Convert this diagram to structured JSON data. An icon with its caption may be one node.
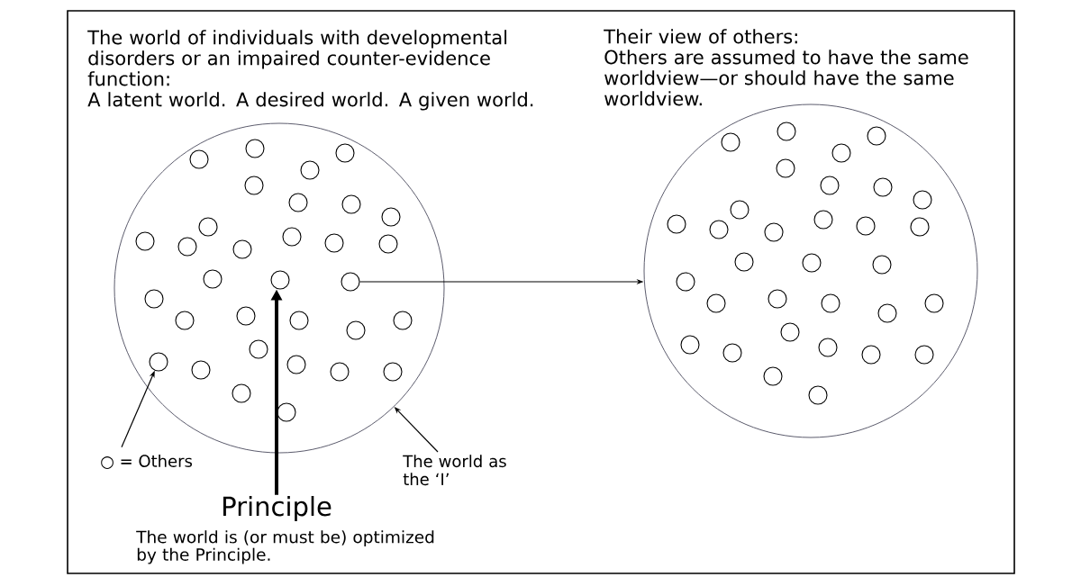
{
  "diagram": {
    "nodes": [
      {
        "text": [],
        "shape": "circle",
        "beside": [
          "The world of individuals with developmental disorders or an impaired counter-evidence function:",
          "A latent world. A desired world. A given world."
        ]
      },
      {
        "text": [],
        "shape": "circle",
        "in": 0
      },
      {
        "text": [],
        "shape": "circle",
        "in": 0
      },
      {
        "text": [],
        "shape": "circle",
        "in": 0
      },
      {
        "text": [],
        "shape": "circle",
        "in": 0
      },
      {
        "text": [],
        "shape": "circle",
        "in": 0
      },
      {
        "text": [],
        "shape": "circle",
        "in": 0
      },
      {
        "text": [],
        "shape": "circle",
        "in": 0
      },
      {
        "text": [],
        "shape": "circle",
        "in": 0
      },
      {
        "text": [],
        "shape": "circle",
        "in": 0
      },
      {
        "text": [],
        "shape": "circle",
        "in": 0
      },
      {
        "text": [],
        "shape": "circle",
        "in": 0
      },
      {
        "text": [],
        "shape": "circle",
        "in": 0
      },
      {
        "text": [],
        "shape": "circle",
        "in": 0
      },
      {
        "text": [],
        "shape": "circle",
        "in": 0
      },
      {
        "text": [],
        "shape": "circle",
        "in": 0
      },
      {
        "text": [],
        "shape": "circle",
        "in": 0
      },
      {
        "text": [],
        "shape": "circle",
        "in": 0
      },
      {
        "text": [],
        "shape": "circle",
        "in": 0
      },
      {
        "text": [],
        "shape": "circle",
        "in": 0
      },
      {
        "text": [],
        "shape": "circle",
        "in": 0
      },
      {
        "text": [],
        "shape": "circle",
        "in": 0
      },
      {
        "text": [],
        "shape": "circle",
        "in": 0
      },
      {
        "text": [],
        "shape": "circle",
        "in": 0
      },
      {
        "text": [],
        "shape": "circle",
        "in": 0
      },
      {
        "text": [],
        "shape": "circle",
        "in": 0
      },
      {
        "text": [],
        "shape": "circle",
        "in": 0
      },
      {
        "text": [],
        "shape": "circle",
        "in": 0
      },
      {
        "text": [],
        "shape": "circle",
        "in": 0
      },
      {
        "text": [],
        "shape": "circle",
        "in": 0
      },
      {
        "text": [],
        "shape": "circle",
        "in": 0
      },
      {
        "text": [],
        "shape": "circle",
        "in": 0
      },
      {
        "text": [],
        "shape": "circle",
        "in": 0
      },
      {
        "text": [],
        "shape": "circle",
        "beside": [
          "Their view of others:",
          "Others are assumed to have the same worldview—or should have the same worldview."
        ]
      },
      {
        "text": [],
        "shape": "circle",
        "in": 33
      },
      {
        "text": [],
        "shape": "circle",
        "in": 33
      },
      {
        "text": [],
        "shape": "circle",
        "in": 33
      },
      {
        "text": [],
        "shape": "circle",
        "in": 33
      },
      {
        "text": [],
        "shape": "circle",
        "in": 33
      },
      {
        "text": [],
        "shape": "circle",
        "in": 33
      },
      {
        "text": [],
        "shape": "circle",
        "in": 33
      },
      {
        "text": [],
        "shape": "circle",
        "in": 33
      },
      {
        "text": [],
        "shape": "circle",
        "in": 33
      },
      {
        "text": [],
        "shape": "circle",
        "in": 33
      },
      {
        "text": [],
        "shape": "circle",
        "in": 33
      },
      {
        "text": [],
        "shape": "circle",
        "in": 33
      },
      {
        "text": [],
        "shape": "circle",
        "in": 33
      },
      {
        "text": [],
        "shape": "circle",
        "in": 33
      },
      {
        "text": [],
        "shape": "circle",
        "in": 33
      },
      {
        "text": [],
        "shape": "circle",
        "in": 33
      },
      {
        "text": [],
        "shape": "circle",
        "in": 33
      },
      {
        "text": [],
        "shape": "circle",
        "in": 33
      },
      {
        "text": [],
        "shape": "circle",
        "in": 33
      },
      {
        "text": [],
        "shape": "circle",
        "in": 33
      },
      {
        "text": [],
        "shape": "circle",
        "in": 33
      },
      {
        "text": [],
        "shape": "circle",
        "in": 33
      },
      {
        "text": [],
        "shape": "circle",
        "in": 33
      },
      {
        "text": [],
        "shape": "circle",
        "in": 33
      },
      {
        "text": [],
        "shape": "circle",
        "in": 33
      },
      {
        "text": [],
        "shape": "circle",
        "in": 33
      },
      {
        "text": [],
        "shape": "circle",
        "in": 33
      },
      {
        "text": [],
        "shape": "circle",
        "in": 33
      },
      {
        "text": [],
        "shape": "circle",
        "in": 33
      },
      {
        "text": [],
        "shape": "circle",
        "in": 33
      },
      {
        "text": [],
        "shape": "circle",
        "in": 33
      },
      {
        "text": [],
        "shape": "circle",
        "in": 33
      },
      {
        "text": [
          "○ = Others"
        ]
      },
      {
        "text": [
          "The world as the ‘I’"
        ]
      },
      {
        "text": [
          "Principle"
        ],
        "beside": [
          "The world is (or must be) optimized by the Principle."
        ]
      }
    ],
    "edges": [
      {
        "from": 18,
        "to": 33,
        "arrow": "to"
      },
      {
        "from": 66,
        "to": 26,
        "arrow": "to"
      },
      {
        "from": 67,
        "to": 0,
        "arrow": "to"
      },
      {
        "from": 68,
        "to": 17,
        "arrow": "to",
        "style": "thick"
      }
    ]
  }
}
